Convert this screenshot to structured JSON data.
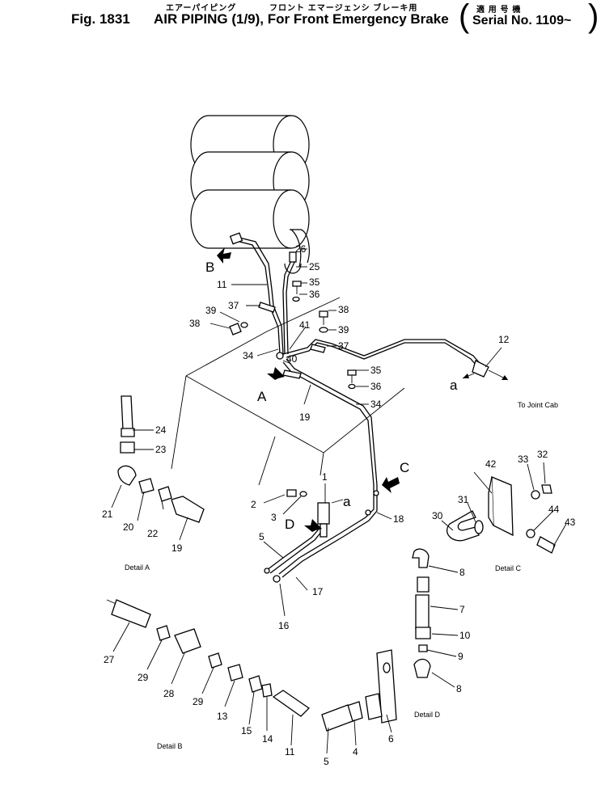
{
  "header": {
    "fig_no": "Fig. 1831",
    "title": "AIR PIPING (1/9), For Front Emergency Brake",
    "jp_title_1": "エアーパイピング",
    "jp_title_2": "フロント エマージェンシ ブレーキ用",
    "jp_applicable": "適 用 号 機",
    "serial": "Serial No. 1109~"
  },
  "callouts": {
    "p1": "1",
    "p2": "2",
    "p3": "3",
    "p4": "4",
    "p5a": "5",
    "p5b": "5",
    "p6": "6",
    "p7": "7",
    "p8a": "8",
    "p8b": "8",
    "p9": "9",
    "p10": "10",
    "p11a": "11",
    "p11b": "11",
    "p12": "12",
    "p13": "13",
    "p14": "14",
    "p15": "15",
    "p16": "16",
    "p17": "17",
    "p18": "18",
    "p19a": "19",
    "p19b": "19",
    "p20": "20",
    "p21": "21",
    "p22": "22",
    "p23": "23",
    "p24": "24",
    "p25": "25",
    "p26": "26",
    "p27": "27",
    "p28": "28",
    "p29a": "29",
    "p29b": "29",
    "p30": "30",
    "p31": "31",
    "p32": "32",
    "p33": "33",
    "p34a": "34",
    "p34b": "34",
    "p35a": "35",
    "p35b": "35",
    "p36a": "36",
    "p36b": "36",
    "p37a": "37",
    "p37b": "37",
    "p38a": "38",
    "p38b": "38",
    "p39a": "39",
    "p39b": "39",
    "p40": "40",
    "p41": "41",
    "p42": "42",
    "p43": "43",
    "p44": "44"
  },
  "view_markers": {
    "A": "A",
    "B": "B",
    "C": "C",
    "D": "D",
    "a1": "a",
    "a2": "a"
  },
  "captions": {
    "detail_a": "Detail A",
    "detail_b": "Detail B",
    "detail_c": "Detail C",
    "detail_d": "Detail D",
    "to_joint_cab": "To Joint Cab"
  }
}
